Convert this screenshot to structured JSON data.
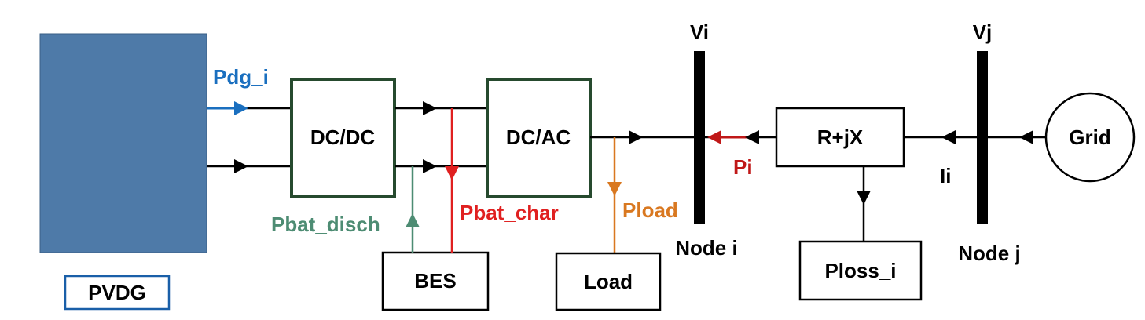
{
  "labels": {
    "pvdg": "PVDG",
    "dcdc": "DC/DC",
    "dcac": "DC/AC",
    "bes": "BES",
    "load": "Load",
    "rjx": "R+jX",
    "ploss": "Ploss_i",
    "grid": "Grid",
    "vi": "Vi",
    "vj": "Vj",
    "node_i": "Node i",
    "node_j": "Node j",
    "pdg": "Pdg_i",
    "pbat_disch": "Pbat_disch",
    "pbat_char": "Pbat_char",
    "pload": "Pload",
    "pi": "Pi",
    "ii": "Ii"
  },
  "colors": {
    "pv_panel": "#4e7aa8",
    "converter_border": "#264a2e",
    "pdg": "#1a6fbf",
    "pbat_disch": "#4d8c73",
    "pbat_char": "#e02020",
    "pload": "#d97820",
    "pi": "#c01818",
    "pvdg_border": "#1a5fa8"
  }
}
